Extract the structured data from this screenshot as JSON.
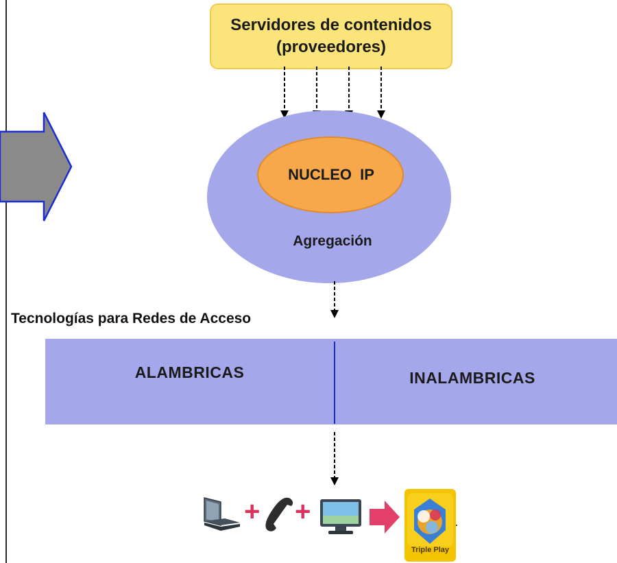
{
  "servers": {
    "line1": "Servidores de contenidos",
    "line2": "(proveedores)"
  },
  "network": {
    "core_label": "NUCLEO  IP",
    "aggregation_label": "Agregación"
  },
  "access": {
    "title": "Tecnologías para Redes de Acceso",
    "wired_label": "ALAMBRICAS",
    "wireless_label": "INALAMBRICAS"
  },
  "services": {
    "plus_symbol": "+",
    "triple_play_label": "Triple Play",
    "icons": [
      "laptop-icon",
      "telephone-handset-icon",
      "tv-monitor-icon",
      "right-arrow-icon",
      "triple-play-icon"
    ]
  },
  "colors": {
    "servers_fill": "#fbe57a",
    "aggregation_fill": "#a4a8eb",
    "core_fill": "#f7a84b",
    "access_bar_fill": "#a4a8eb",
    "divider": "#1c2bd6",
    "plus": "#d9325c",
    "big_arrow_fill": "#8a8a8a",
    "big_arrow_stroke": "#1c2bd6"
  }
}
